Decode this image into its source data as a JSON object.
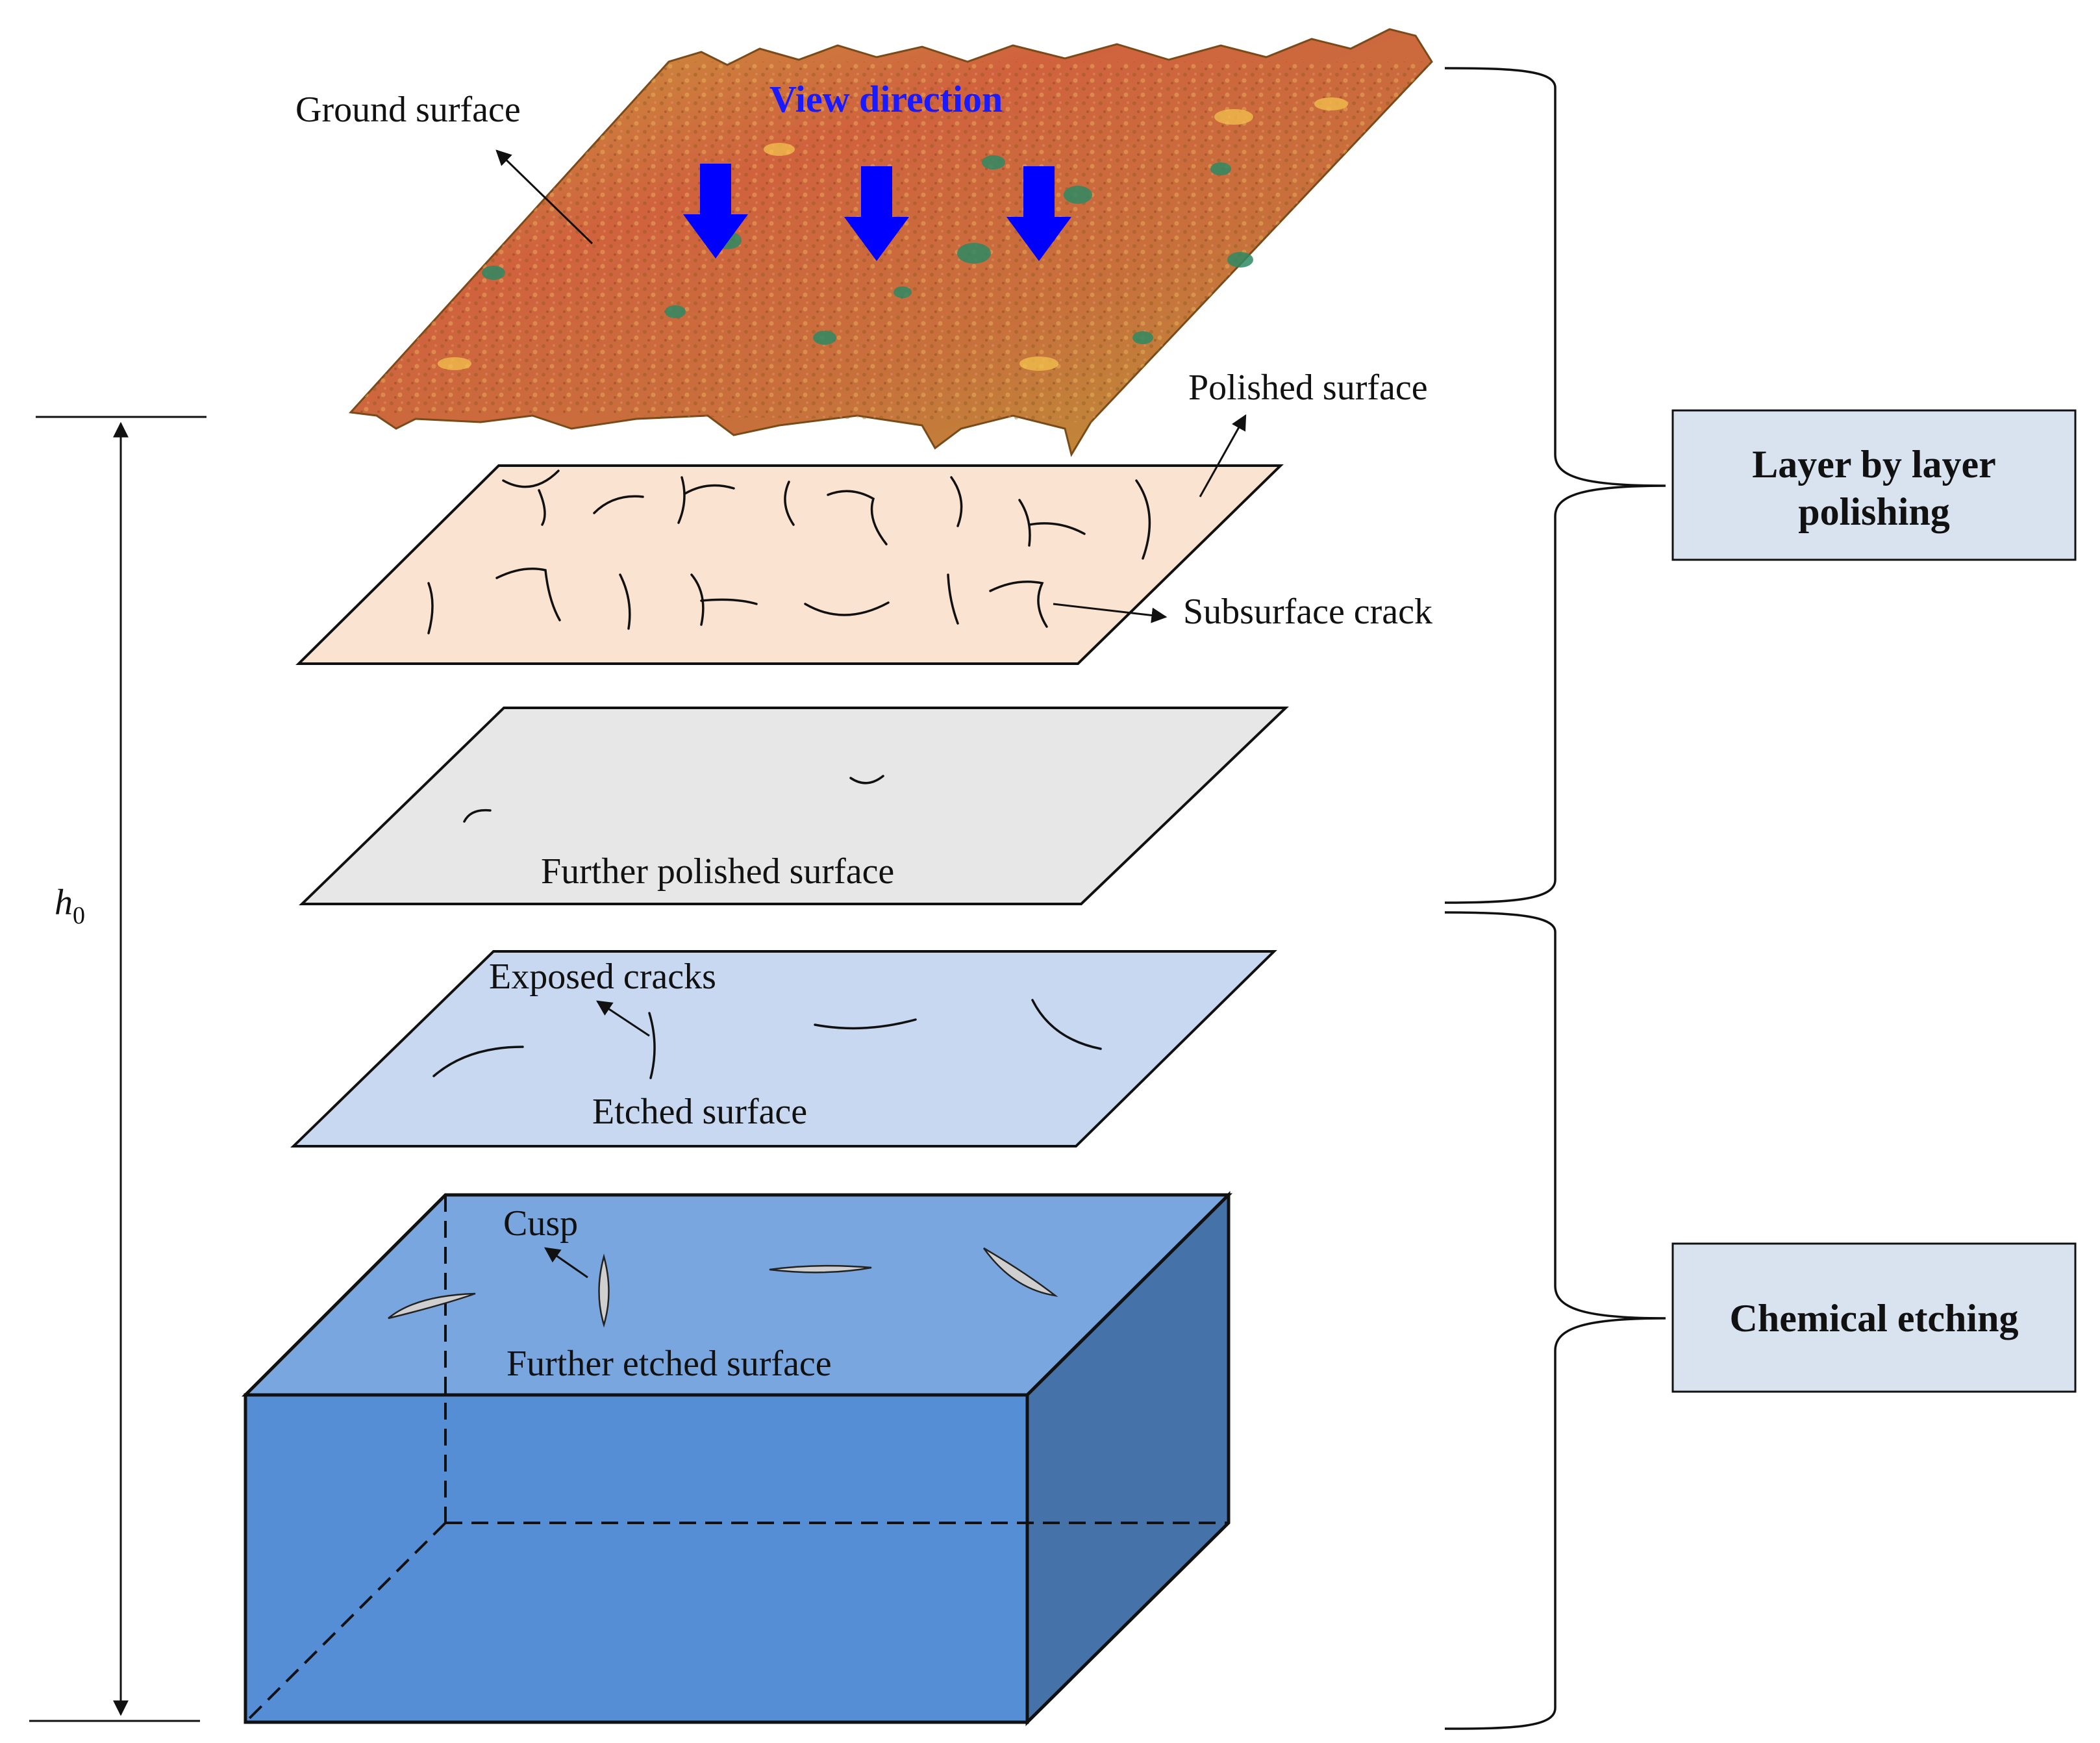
{
  "labels": {
    "ground_surface": "Ground surface",
    "view_direction": "View direction",
    "polished_surface": "Polished surface",
    "subsurface_crack": "Subsurface crack",
    "further_polished_surface": "Further polished surface",
    "exposed_cracks": "Exposed cracks",
    "etched_surface": "Etched surface",
    "cusp": "Cusp",
    "further_etched_surface": "Further etched surface",
    "height_symbol": "h",
    "height_subscript": "0"
  },
  "stages": {
    "polishing": "Layer by layer polishing",
    "polishing_line1": "Layer by layer",
    "polishing_line2": "polishing",
    "etching": "Chemical etching"
  },
  "colors": {
    "ground_surface": "#c98a3a",
    "polished_layer": "#fbe3d2",
    "further_polished_layer": "#e7e7e7",
    "etched_layer": "#c8d8f0",
    "block_top": "#79a6de",
    "block_front": "#558ed5",
    "block_side": "#4672aa",
    "stage_box": "#d8e3ef",
    "view_arrow": "#0000ff"
  }
}
